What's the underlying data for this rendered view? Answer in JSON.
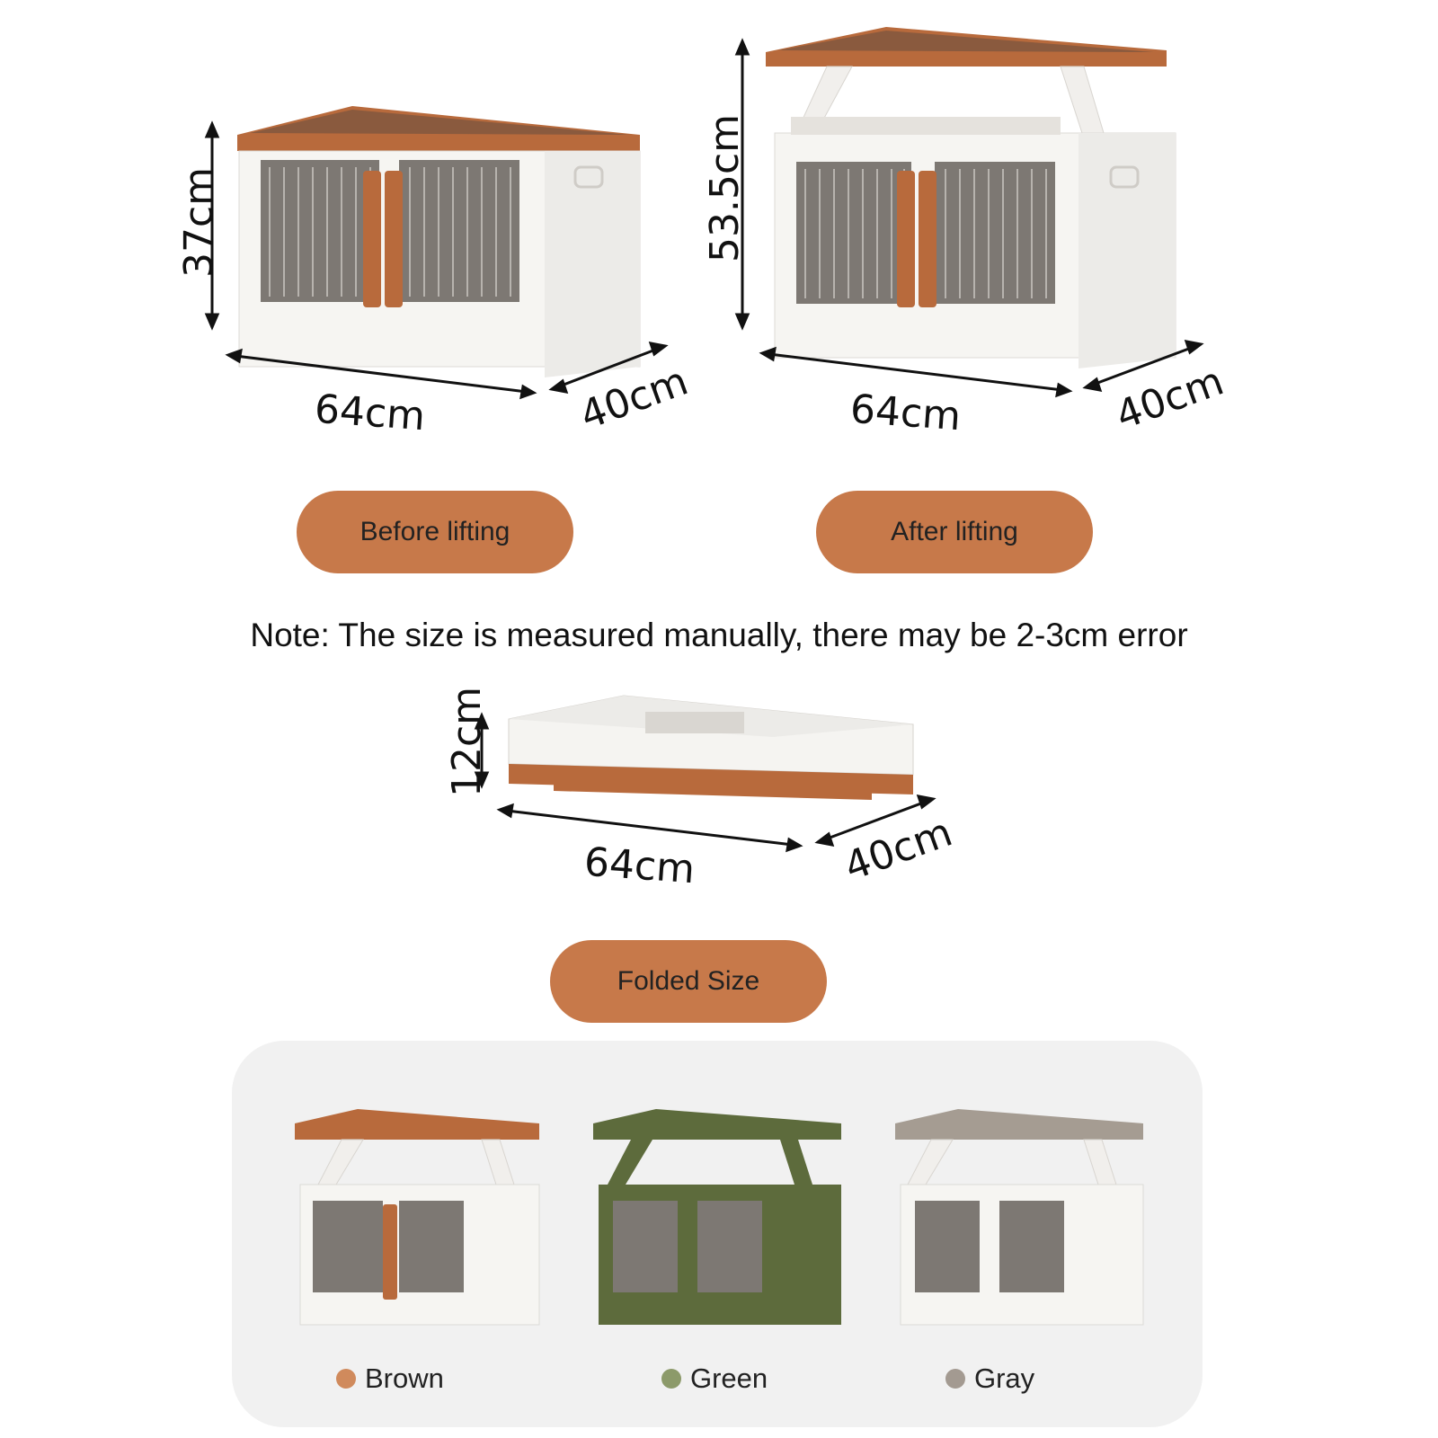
{
  "before": {
    "height": "37cm",
    "width": "64cm",
    "depth": "40cm",
    "label": "Before lifting"
  },
  "after": {
    "height": "53.5cm",
    "width": "64cm",
    "depth": "40cm",
    "label": "After lifting"
  },
  "note": "Note: The size is measured manually, there may be 2-3cm error",
  "folded": {
    "height": "12cm",
    "width": "64cm",
    "depth": "40cm",
    "label": "Folded Size"
  },
  "colors": [
    {
      "name": "Brown",
      "dot": "#d08a5c",
      "accent": "#b86a3c"
    },
    {
      "name": "Green",
      "dot": "#8c9a6a",
      "accent": "#5d6b3c"
    },
    {
      "name": "Gray",
      "dot": "#a39a91",
      "accent": "#a59c92"
    }
  ],
  "theme": {
    "pill": "#c7794a",
    "panel": "#f1f1f1",
    "wood": "#b86a3c"
  }
}
